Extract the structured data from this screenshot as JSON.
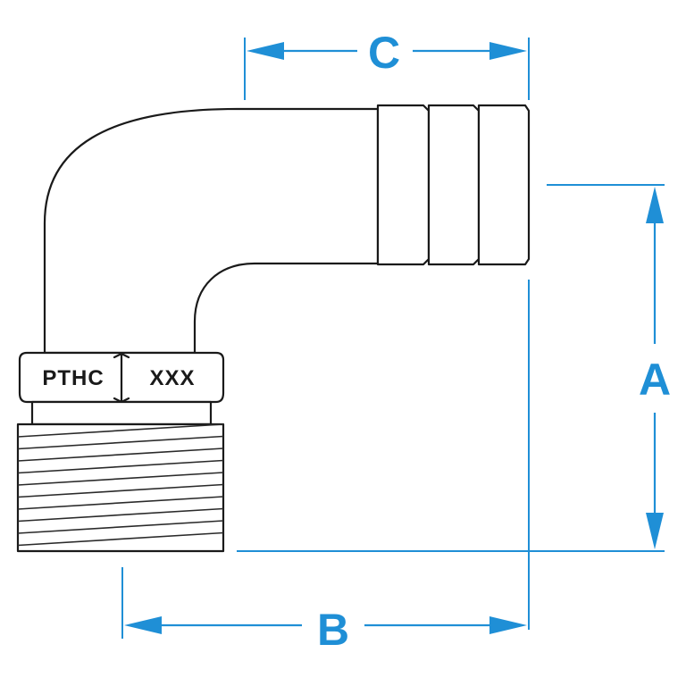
{
  "diagram": {
    "hex_labels": {
      "left": "PTHC",
      "right": "XXX"
    },
    "dimensions": {
      "a": "A",
      "b": "B",
      "c": "C"
    },
    "colors": {
      "dimension": "#1f8fd6",
      "outline": "#1a1a1a",
      "background": "#ffffff"
    }
  }
}
